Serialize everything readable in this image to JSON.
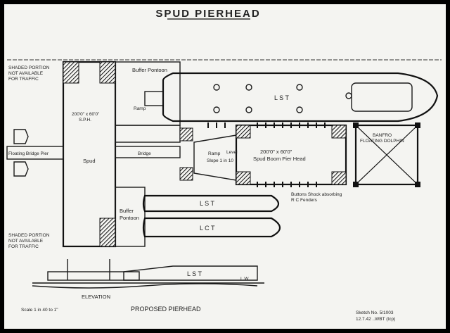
{
  "title": "SPUD PIERHEAD",
  "labels": {
    "shaded_top": [
      "SHADED PORTION",
      "NOT AVAILABLE",
      "FOR TRAFFIC"
    ],
    "shaded_bottom": [
      "SHADED PORTION",
      "NOT AVAILABLE",
      "FOR TRAFFIC"
    ],
    "buffer_pontoon_top": "Buffer Pontoon",
    "buffer_pontoon_bottom": [
      "Buffer",
      "Pontoon"
    ],
    "ramp": "Ramp",
    "dimension_left": [
      "200'0\" x 60'0\"",
      "S.P.H."
    ],
    "floating_bridge_pier": "Floating Bridge Pier",
    "spud": "Spud",
    "bridge": "Bridge",
    "ramp_slope": [
      "Ramp",
      "Slope 1 in 10"
    ],
    "level": "Level",
    "spud_pierhead": [
      "200'0\" x 60'0\"",
      "Spud Boom Pier Head"
    ],
    "banfro": [
      "BANFRO",
      "FLOATING DOLPHIN"
    ],
    "lst_top": "L S T",
    "lst_mid": "L S T",
    "lst_low": "L C T",
    "lst_elev": "L S T",
    "buttons": [
      "Buttons Shock absorbing",
      "R C Fenders"
    ],
    "lw": "L.W.",
    "elevation": "ELEVATION",
    "scale": "Scale 1 in 40 to 1\"",
    "proposed": "PROPOSED   PIERHEAD",
    "sketch": [
      "Sketch No. 5/1003",
      "12.7.42   ..WBT (tcp)"
    ]
  }
}
